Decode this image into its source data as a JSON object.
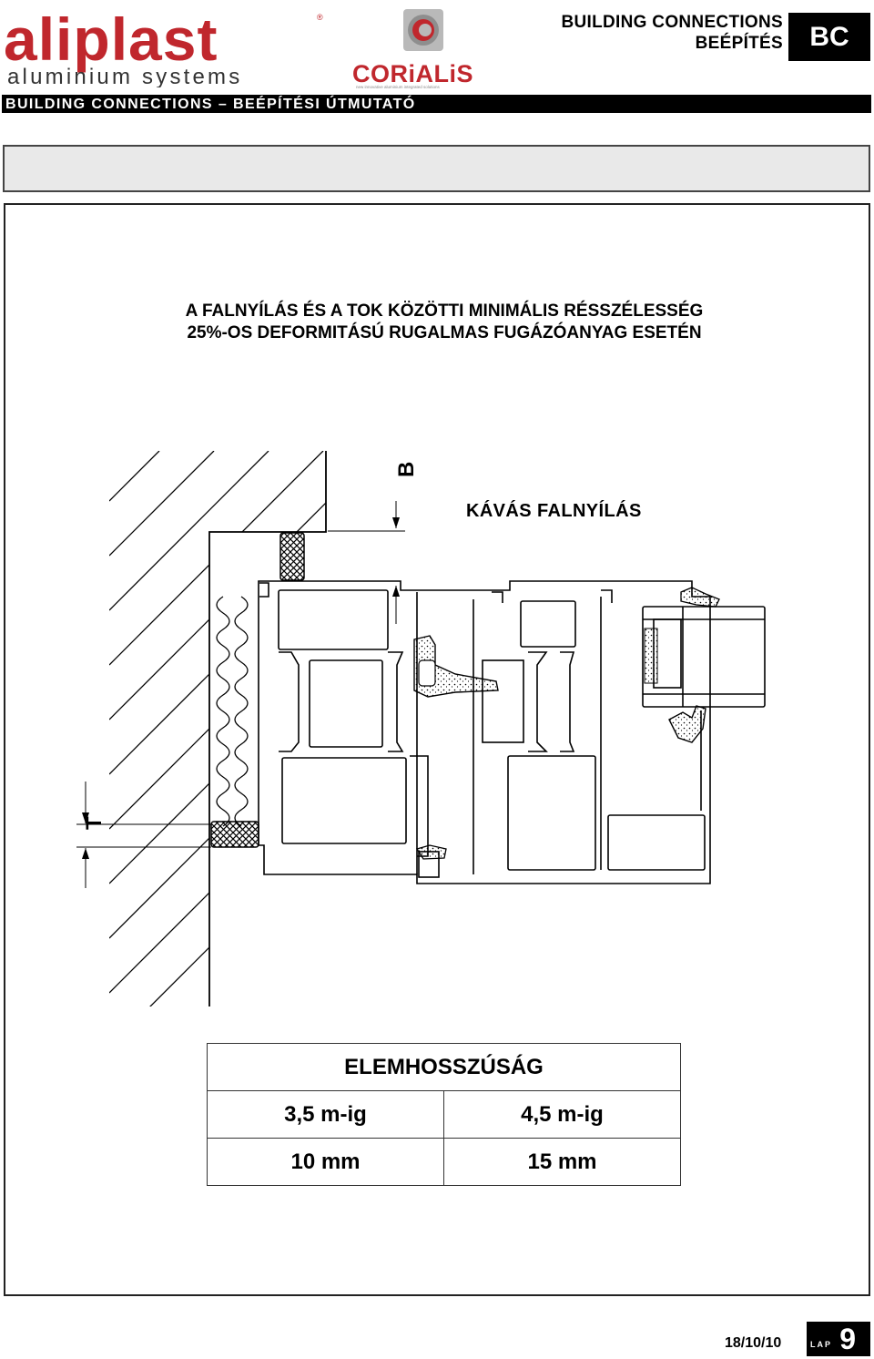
{
  "header": {
    "brand": "aliplast",
    "brand_sub": "aluminium systems",
    "partner": "CORiALiS",
    "partner_tagline": "new innovative aluminium integrated solutions",
    "title_line1": "BUILDING CONNECTIONS",
    "title_line2": "BEÉPÍTÉS",
    "code": "BC",
    "band": "BUILDING CONNECTIONS – BEÉPÍTÉSI ÚTMUTATÓ",
    "brand_color": "#c0272d"
  },
  "content": {
    "heading_line1": "A FALNYÍLÁS ÉS A TOK KÖZÖTTI MINIMÁLIS RÉSSZÉLESSÉG",
    "heading_line2": "25%-OS DEFORMITÁSÚ RUGALMAS FUGÁZÓANYAG ESETÉN",
    "caption": "KÁVÁS FALNYÍLÁS",
    "dim_b": "B",
    "dim_t": "T"
  },
  "table": {
    "header": "ELEMHOSSZÚSÁG",
    "rows": [
      [
        "3,5 m-ig",
        "4,5 m-ig"
      ],
      [
        "10 mm",
        "15 mm"
      ]
    ]
  },
  "footer": {
    "date": "18/10/10",
    "lap_label": "LAP",
    "page": "9"
  }
}
